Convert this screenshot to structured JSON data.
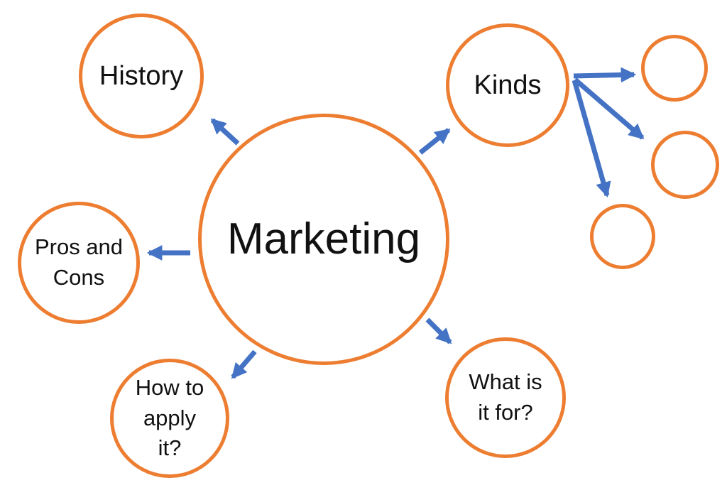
{
  "colors": {
    "node_stroke": "#ED7D31",
    "arrow": "#4472C4",
    "text": "#111111",
    "background": "#FFFFFF"
  },
  "diagram": {
    "type": "mind-map",
    "central_topic": "Marketing",
    "nodes": [
      {
        "id": "marketing",
        "label": "Marketing"
      },
      {
        "id": "history",
        "label": "History"
      },
      {
        "id": "kinds",
        "label": "Kinds"
      },
      {
        "id": "pros-cons",
        "label": "Pros and\nCons"
      },
      {
        "id": "how-to-apply",
        "label": "How to\napply\nit?"
      },
      {
        "id": "what-for",
        "label": "What is\nit for?"
      },
      {
        "id": "kind-item-1",
        "label": ""
      },
      {
        "id": "kind-item-2",
        "label": ""
      },
      {
        "id": "kind-item-3",
        "label": ""
      }
    ],
    "edges": [
      {
        "from": "marketing",
        "to": "history"
      },
      {
        "from": "marketing",
        "to": "kinds"
      },
      {
        "from": "marketing",
        "to": "pros-cons"
      },
      {
        "from": "marketing",
        "to": "how-to-apply"
      },
      {
        "from": "marketing",
        "to": "what-for"
      },
      {
        "from": "kinds",
        "to": "kind-item-1"
      },
      {
        "from": "kinds",
        "to": "kind-item-2"
      },
      {
        "from": "kinds",
        "to": "kind-item-3"
      }
    ]
  }
}
